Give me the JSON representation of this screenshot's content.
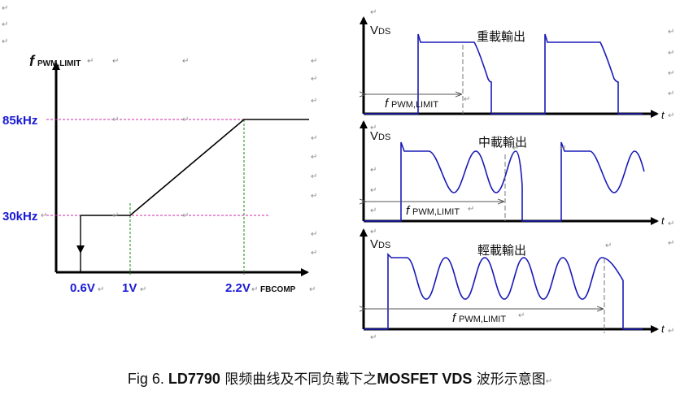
{
  "left_chart": {
    "y_axis_label": "f",
    "y_axis_sub": "PWM,LIMIT",
    "x_axis_label": "FBCOMP",
    "y_ticks": [
      "85kHz",
      "30kHz"
    ],
    "x_ticks": [
      "0.6V",
      "1V",
      "2.2V"
    ],
    "chart_data": {
      "type": "line",
      "x": [
        0.6,
        1.0,
        2.2,
        2.9
      ],
      "y": [
        30,
        30,
        85,
        85
      ],
      "xlabel": "FBCOMP",
      "ylabel": "fPWM,LIMIT"
    }
  },
  "waveforms": [
    {
      "axis_label": "V",
      "axis_sub": "DS",
      "t_label": "t",
      "title": "重載輸出",
      "period_label": "f",
      "period_sub": "PWM,LIMIT"
    },
    {
      "axis_label": "V",
      "axis_sub": "DS",
      "t_label": "t",
      "title": "中載輸出",
      "period_label": "f",
      "period_sub": "PWM,LIMIT"
    },
    {
      "axis_label": "V",
      "axis_sub": "DS",
      "t_label": "t",
      "title": "輕載輸出",
      "period_label": "f",
      "period_sub": "PWM,LIMIT"
    }
  ],
  "caption": {
    "prefix": "Fig 6. ",
    "bold1": "LD7790",
    "text1": " 限频曲线及不同负载下之",
    "bold2": "MOSFET VDS",
    "text2": " 波形示意图"
  },
  "colors": {
    "blue": "#1a1ad6",
    "waveform": "#1a1ab8",
    "pink": "#d02aa8",
    "green": "#1a8a1a"
  },
  "para_mark": "↵"
}
